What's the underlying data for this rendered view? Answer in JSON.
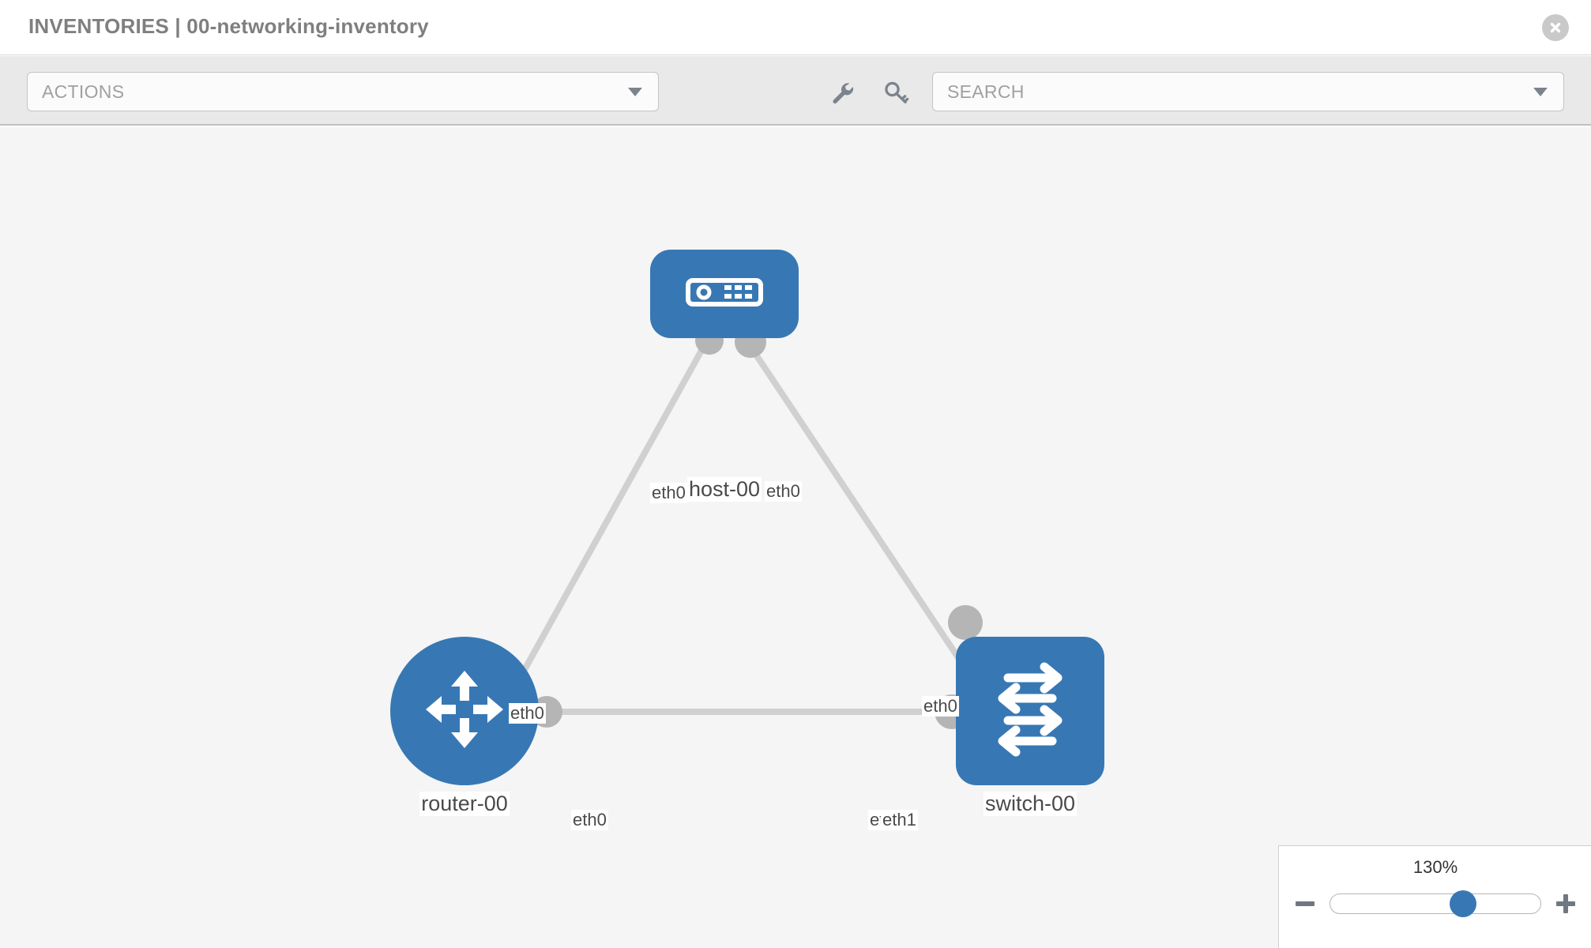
{
  "header": {
    "title": "INVENTORIES | 00-networking-inventory",
    "close_label": "close-icon"
  },
  "toolbar": {
    "actions_placeholder": "ACTIONS",
    "search_placeholder": "SEARCH",
    "wrench_icon": "wrench-icon",
    "key_icon": "key-icon"
  },
  "topology": {
    "nodes": [
      {
        "id": "host-00",
        "label": "host-00",
        "type": "host",
        "icon": "server-icon",
        "color": "#3778b4"
      },
      {
        "id": "router-00",
        "label": "router-00",
        "type": "router",
        "icon": "router-arrows-icon",
        "color": "#3778b4"
      },
      {
        "id": "switch-00",
        "label": "switch-00",
        "type": "switch",
        "icon": "switch-arrows-icon",
        "color": "#3778b4"
      }
    ],
    "links": [
      {
        "from": "host-00",
        "from_interface": "eth0",
        "to": "router-00",
        "to_interface": "eth0"
      },
      {
        "from": "host-00",
        "from_interface": "eth0",
        "to": "switch-00",
        "to_interface": "eth0"
      },
      {
        "from": "router-00",
        "from_interface": "eth0",
        "to": "switch-00",
        "to_interface": "eth1"
      }
    ],
    "interface_labels": {
      "host_left": "eth0",
      "host_right": "eth0",
      "router_up": "eth0",
      "switch_up": "eth0",
      "router_right": "eth0",
      "switch_left_hidden": "eth0",
      "switch_left": "eth1"
    },
    "link_color": "#d0d0d0",
    "port_color": "#b5b5b5"
  },
  "zoom": {
    "value": "130%",
    "minus_label": "zoom-out",
    "plus_label": "zoom-in",
    "thumb_position_percent": 63
  }
}
